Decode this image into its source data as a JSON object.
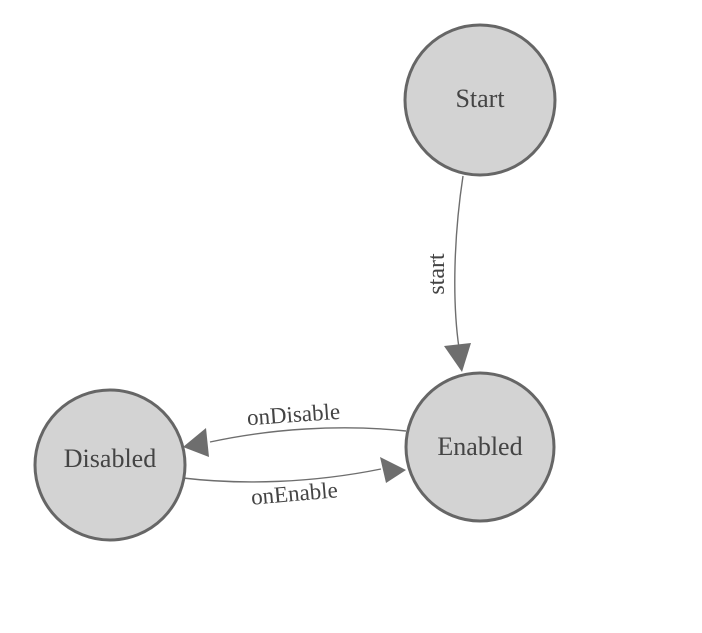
{
  "diagram": {
    "type": "state-machine",
    "colors": {
      "background": "#ffffff",
      "node_fill": "#d3d3d3",
      "node_stroke": "#666666",
      "edge_stroke": "#6e6e6e",
      "label_color": "#444444"
    },
    "nodes": [
      {
        "id": "Start",
        "label": "Start"
      },
      {
        "id": "Enabled",
        "label": "Enabled"
      },
      {
        "id": "Disabled",
        "label": "Disabled"
      }
    ],
    "edges": [
      {
        "from": "Start",
        "to": "Enabled",
        "label": "start"
      },
      {
        "from": "Enabled",
        "to": "Disabled",
        "label": "onDisable"
      },
      {
        "from": "Disabled",
        "to": "Enabled",
        "label": "onEnable"
      }
    ]
  }
}
